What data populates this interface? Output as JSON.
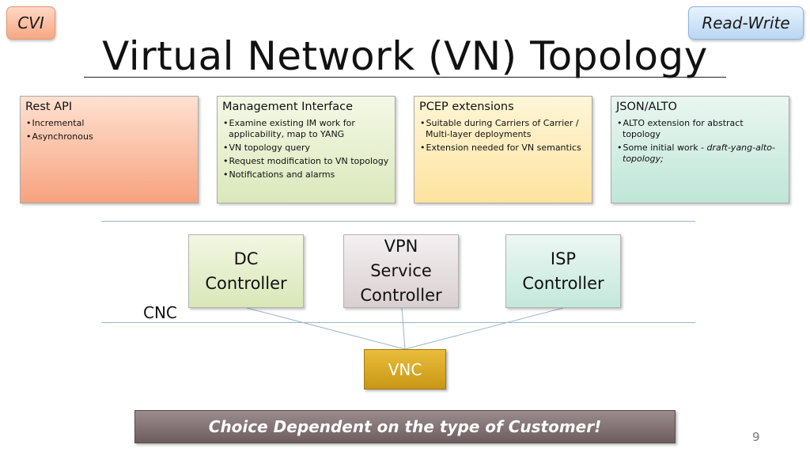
{
  "badges": {
    "left": "CVI",
    "right": "Read-Write"
  },
  "title": "Virtual Network (VN) Topology",
  "cards": [
    {
      "title": "Rest API",
      "items": [
        "Incremental",
        "Asynchronous"
      ]
    },
    {
      "title": "Management Interface",
      "items": [
        "Examine existing IM work for applicability, map to YANG",
        "VN topology query",
        "Request modification to VN topology",
        "Notifications and alarms"
      ]
    },
    {
      "title": "PCEP extensions",
      "items": [
        "Suitable during Carriers of Carrier / Multi-layer deployments",
        "Extension needed for VN semantics"
      ]
    },
    {
      "title": "JSON/ALTO",
      "items": [
        "ALTO extension for abstract topology"
      ],
      "item2_prefix": "Some initial work - ",
      "item2_emph": "draft-yang-alto-topology;"
    }
  ],
  "controllers": {
    "dc": {
      "line1": "DC",
      "line2": "Controller"
    },
    "vpn": {
      "line1": "VPN",
      "line2": "Service",
      "line3": "Controller"
    },
    "isp": {
      "line1": "ISP",
      "line2": "Controller"
    }
  },
  "cnc_label": "CNC",
  "vnc_label": "VNC",
  "banner": "Choice Dependent on the type of Customer!",
  "page_number": "9",
  "colors": {
    "vnc": "#d4a424",
    "banner": "#7f6f71",
    "line": "#9ab6cc"
  }
}
